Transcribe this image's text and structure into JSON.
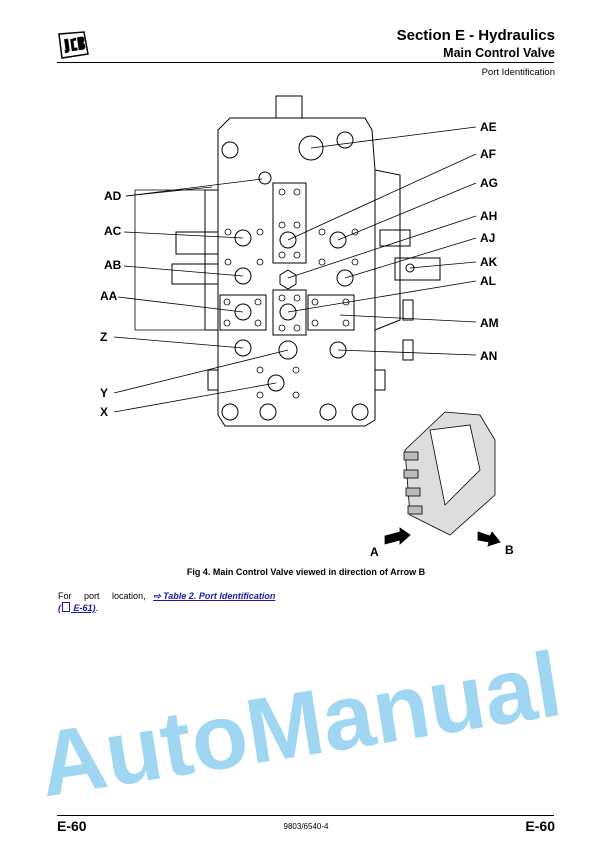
{
  "header": {
    "logo_text": "JCB",
    "section": "Section E - Hydraulics",
    "subsection": "Main Control Valve",
    "topic": "Port Identification"
  },
  "figure": {
    "left_labels": [
      "AD",
      "AC",
      "AB",
      "AA",
      "Z",
      "Y",
      "X"
    ],
    "right_labels": [
      "AE",
      "AF",
      "AG",
      "AH",
      "AJ",
      "AK",
      "AL",
      "AM",
      "AN"
    ],
    "arrow_a": "A",
    "arrow_b": "B",
    "caption": "Fig 4. Main Control Valve viewed in direction of Arrow B"
  },
  "body": {
    "text_1": "For",
    "text_2": "port",
    "text_3": "location,",
    "link_1": "⇨ Table 2.  Port  Identification",
    "link_2": "( E-61)",
    "link_2_icon": "page-icon",
    "period": "."
  },
  "watermark": "AutoManual",
  "footer": {
    "page_left": "E-60",
    "doc_number": "9803/6540-4",
    "page_right": "E-60"
  }
}
